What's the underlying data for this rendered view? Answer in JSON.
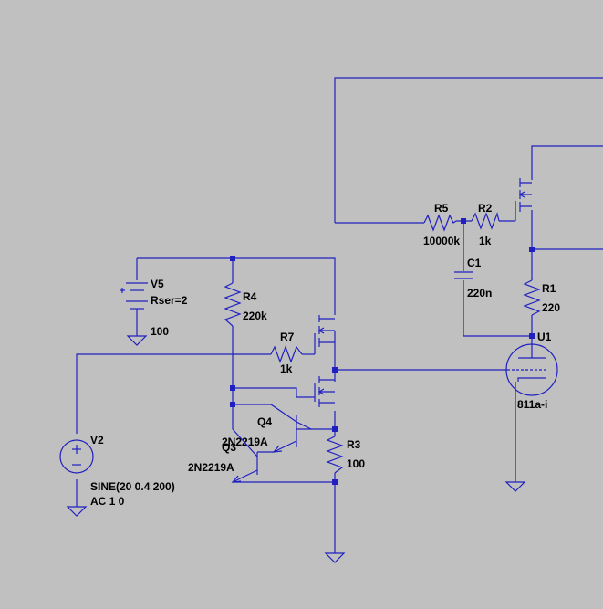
{
  "colors": {
    "background": "#c0c0c0",
    "wire": "#2020c0",
    "text": "#000000"
  },
  "components": {
    "r5": {
      "ref": "R5",
      "value": "10000k"
    },
    "r2": {
      "ref": "R2",
      "value": "1k"
    },
    "c1": {
      "ref": "C1",
      "value": "220n"
    },
    "r1": {
      "ref": "R1",
      "value": "220"
    },
    "u1": {
      "ref": "U1",
      "value": "811a-i"
    },
    "v5": {
      "ref": "V5",
      "param": "Rser=2",
      "value": "100"
    },
    "r4": {
      "ref": "R4",
      "value": "220k"
    },
    "r7": {
      "ref": "R7",
      "value": "1k"
    },
    "r3": {
      "ref": "R3",
      "value": "100"
    },
    "q4": {
      "ref": "Q4",
      "value": "2N2219A"
    },
    "q3": {
      "ref": "Q3",
      "value": "2N2219A"
    },
    "v2": {
      "ref": "V2",
      "value": "SINE(20 0.4 200)",
      "ac": "AC 1 0"
    }
  }
}
